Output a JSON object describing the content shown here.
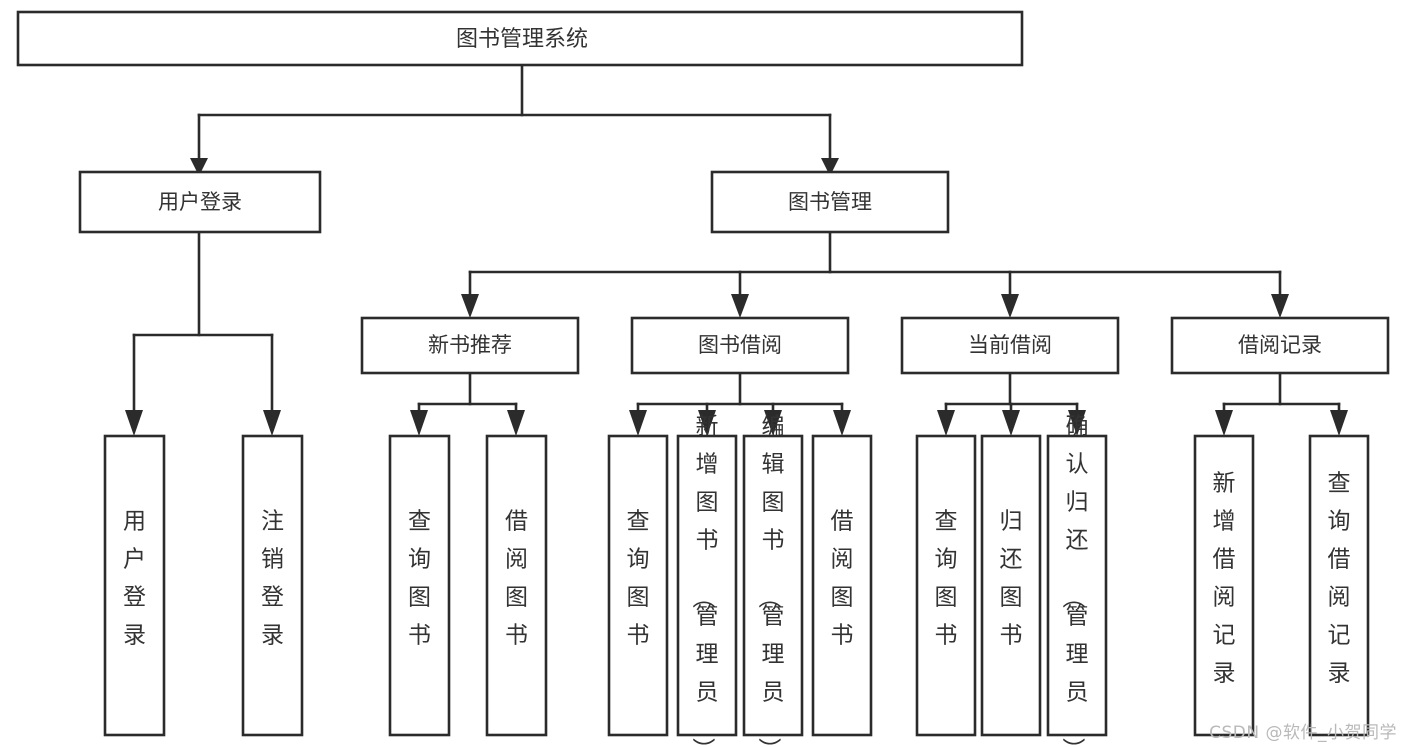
{
  "diagram": {
    "type": "tree",
    "title": "图书管理系统",
    "watermark": "CSDN @软件_小贺同学",
    "nodes": {
      "root": {
        "label": "图书管理系统",
        "orientation": "horizontal"
      },
      "l2": [
        {
          "id": "user-login",
          "label": "用户登录",
          "orientation": "horizontal"
        },
        {
          "id": "book-manage",
          "label": "图书管理",
          "orientation": "horizontal"
        }
      ],
      "l3": [
        {
          "id": "new-book-rec",
          "label": "新书推荐",
          "orientation": "horizontal"
        },
        {
          "id": "book-borrow",
          "label": "图书借阅",
          "orientation": "horizontal"
        },
        {
          "id": "current-borrow",
          "label": "当前借阅",
          "orientation": "horizontal"
        },
        {
          "id": "borrow-record",
          "label": "借阅记录",
          "orientation": "horizontal"
        }
      ],
      "leaves": {
        "user-login": [
          {
            "id": "leaf-user-login",
            "label": "用户登录",
            "orientation": "vertical"
          },
          {
            "id": "leaf-logout",
            "label": "注销登录",
            "orientation": "vertical"
          }
        ],
        "new-book-rec": [
          {
            "id": "leaf-query-book-1",
            "label": "查询图书",
            "orientation": "vertical"
          },
          {
            "id": "leaf-borrow-book-1",
            "label": "借阅图书",
            "orientation": "vertical"
          }
        ],
        "book-borrow": [
          {
            "id": "leaf-query-book-2",
            "label": "查询图书",
            "orientation": "vertical"
          },
          {
            "id": "leaf-add-book",
            "label": "新增图书（管理员）",
            "orientation": "vertical"
          },
          {
            "id": "leaf-edit-book",
            "label": "编辑图书（管理员）",
            "orientation": "vertical"
          },
          {
            "id": "leaf-borrow-book-2",
            "label": "借阅图书",
            "orientation": "vertical"
          }
        ],
        "current-borrow": [
          {
            "id": "leaf-query-book-3",
            "label": "查询图书",
            "orientation": "vertical"
          },
          {
            "id": "leaf-return-book",
            "label": "归还图书",
            "orientation": "vertical"
          },
          {
            "id": "leaf-confirm-return",
            "label": "确认归还（管理员）",
            "orientation": "vertical"
          }
        ],
        "borrow-record": [
          {
            "id": "leaf-add-record",
            "label": "新增借阅记录",
            "orientation": "vertical"
          },
          {
            "id": "leaf-query-record",
            "label": "查询借阅记录",
            "orientation": "vertical"
          }
        ]
      }
    },
    "colors": {
      "box_stroke": "#2b2b2b",
      "box_fill": "#ffffff",
      "text": "#333333",
      "watermark": "#b9b9b9",
      "background": "#ffffff"
    }
  }
}
